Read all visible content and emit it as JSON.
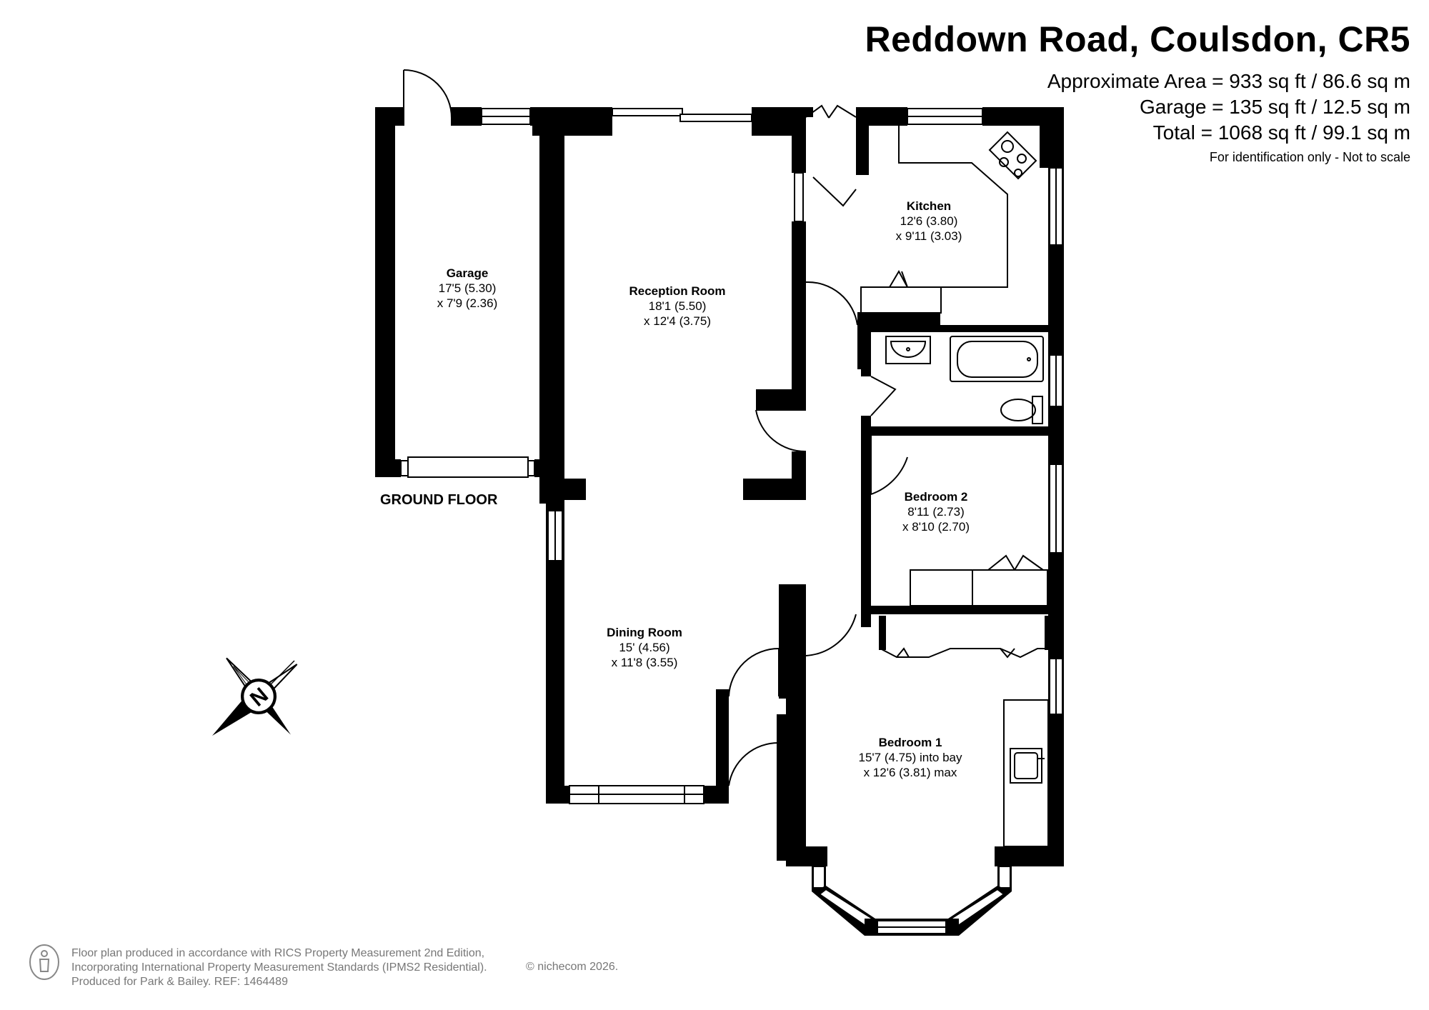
{
  "header": {
    "title": "Reddown Road, Coulsdon, CR5",
    "approx_area": "Approximate Area = 933 sq ft / 86.6 sq m",
    "garage_area": "Garage = 135 sq ft / 12.5 sq m",
    "total_area": "Total = 1068 sq ft / 99.1 sq m",
    "note": "For identification only - Not to scale"
  },
  "floor_label": "GROUND FLOOR",
  "rooms": {
    "garage": {
      "name": "Garage",
      "dim1": "17'5 (5.30)",
      "dim2": "x 7'9 (2.36)"
    },
    "reception": {
      "name": "Reception Room",
      "dim1": "18'1 (5.50)",
      "dim2": "x 12'4 (3.75)"
    },
    "kitchen": {
      "name": "Kitchen",
      "dim1": "12'6 (3.80)",
      "dim2": "x 9'11 (3.03)"
    },
    "bedroom2": {
      "name": "Bedroom 2",
      "dim1": "8'11 (2.73)",
      "dim2": "x 8'10 (2.70)"
    },
    "dining": {
      "name": "Dining Room",
      "dim1": "15' (4.56)",
      "dim2": "x 11'8 (3.55)"
    },
    "bedroom1": {
      "name": "Bedroom 1",
      "dim1": "15'7 (4.75) into bay",
      "dim2": "x 12'6 (3.81) max"
    }
  },
  "compass": {
    "letter": "N"
  },
  "footer": {
    "line1": "Floor plan produced in accordance with RICS Property Measurement 2nd Edition,",
    "line2": "Incorporating International Property Measurement Standards (IPMS2 Residential).",
    "line3": "Produced for Park & Bailey.   REF:  1464489",
    "copyright": "© nichecom 2026."
  }
}
